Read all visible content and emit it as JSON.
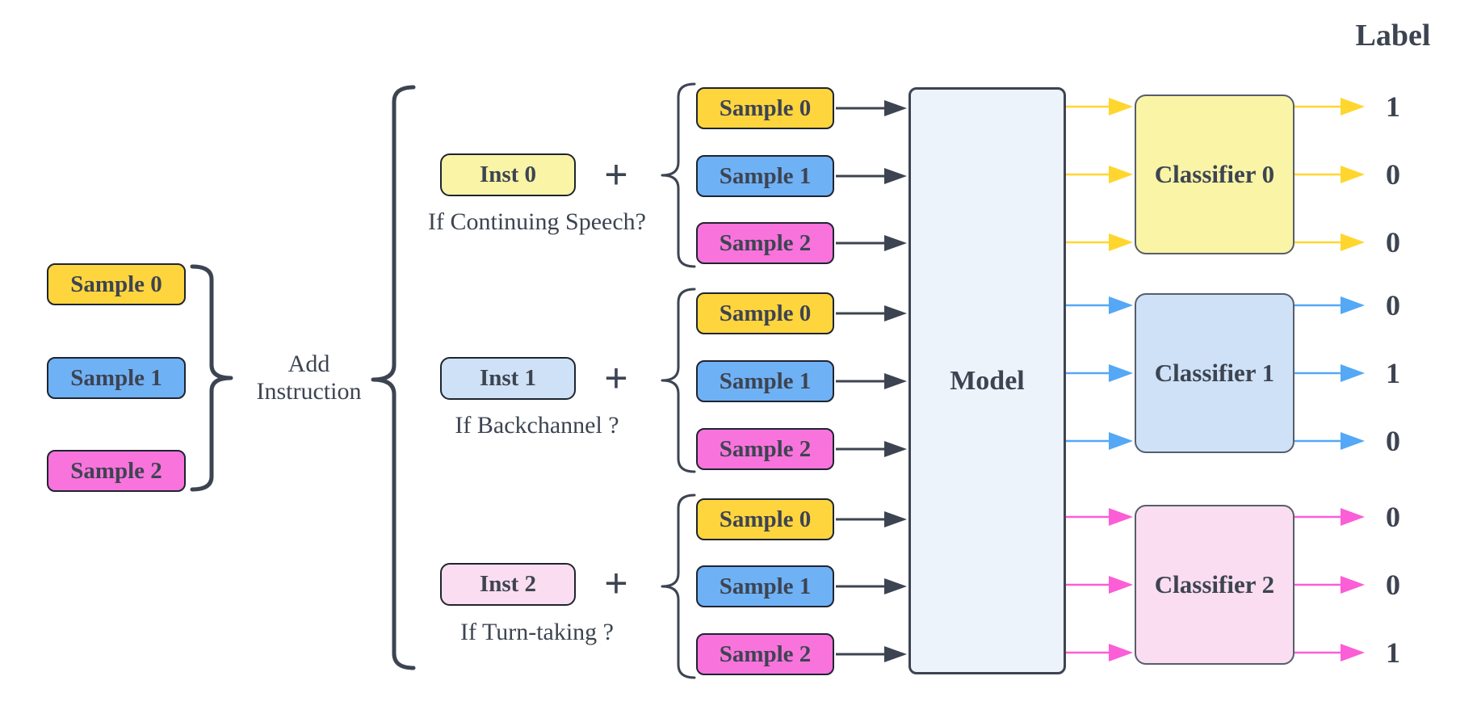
{
  "title": "Label",
  "plus_sign": "+",
  "left_panel": {
    "samples": [
      {
        "label": "Sample 0",
        "color": "#FFD53E"
      },
      {
        "label": "Sample 1",
        "color": "#6FB1F5"
      },
      {
        "label": "Sample 2",
        "color": "#F973DC"
      }
    ],
    "brace_label": "Add Instruction"
  },
  "model": {
    "label": "Model"
  },
  "groups": [
    {
      "instruction": {
        "label": "Inst 0",
        "color": "#F9F4A6"
      },
      "condition": "If Continuing Speech?",
      "samples": [
        "Sample 0",
        "Sample 1",
        "Sample 2"
      ],
      "classifier": {
        "label": "Classifier 0",
        "color": "#F9F4A6"
      },
      "arrow_color": "#FFD62E",
      "labels": [
        "1",
        "0",
        "0"
      ]
    },
    {
      "instruction": {
        "label": "Inst 1",
        "color": "#CEE1F7"
      },
      "condition": "If Backchannel ?",
      "samples": [
        "Sample 0",
        "Sample 1",
        "Sample 2"
      ],
      "classifier": {
        "label": "Classifier 1",
        "color": "#CEE1F7"
      },
      "arrow_color": "#54A8F6",
      "labels": [
        "0",
        "1",
        "0"
      ]
    },
    {
      "instruction": {
        "label": "Inst 2",
        "color": "#FADDF0"
      },
      "condition": "If Turn-taking ?",
      "samples": [
        "Sample 0",
        "Sample 1",
        "Sample 2"
      ],
      "classifier": {
        "label": "Classifier 2",
        "color": "#FADDF0"
      },
      "arrow_color": "#FB5ED6",
      "labels": [
        "0",
        "0",
        "1"
      ]
    }
  ],
  "colors": {
    "dark": "#3D4451",
    "sample_yellow": "#FFD53E",
    "sample_blue": "#6FB1F5",
    "sample_pink": "#F973DC",
    "pale_yellow": "#F9F4A6",
    "pale_blue": "#CEE1F7",
    "pale_pink": "#FADDF0",
    "model_fill": "#EDF3FB",
    "arrow_yellow": "#FFD62E",
    "arrow_blue": "#54A8F6",
    "arrow_pink": "#FB5ED6"
  }
}
